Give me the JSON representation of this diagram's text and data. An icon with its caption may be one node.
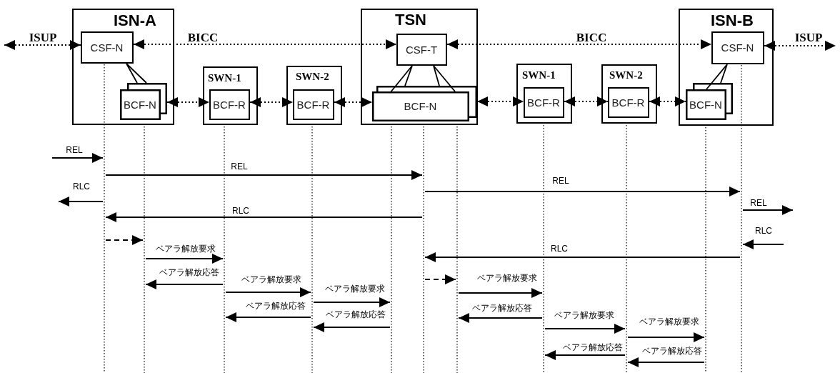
{
  "diagram": {
    "nodes": [
      {
        "text": [
          "ISN-A"
        ]
      },
      {
        "text": [
          "CSF-N"
        ],
        "in": 0
      },
      {
        "text": [
          "BCF-N"
        ],
        "in": 0
      },
      {
        "text": [
          "SWN-1"
        ]
      },
      {
        "text": [
          "BCF-R"
        ],
        "in": 3
      },
      {
        "text": [
          "SWN-2"
        ]
      },
      {
        "text": [
          "BCF-R"
        ],
        "in": 5
      },
      {
        "text": [
          "TSN"
        ]
      },
      {
        "text": [
          "CSF-T"
        ],
        "in": 7
      },
      {
        "text": [
          "BCF-N"
        ],
        "in": 7
      },
      {
        "text": [
          "SWN-1"
        ]
      },
      {
        "text": [
          "BCF-R"
        ],
        "in": 10
      },
      {
        "text": [
          "SWN-2"
        ]
      },
      {
        "text": [
          "BCF-R"
        ],
        "in": 12
      },
      {
        "text": [
          "ISN-B"
        ]
      },
      {
        "text": [
          "CSF-N"
        ],
        "in": 14
      },
      {
        "text": [
          "BCF-N"
        ],
        "in": 14
      },
      {
        "text": [],
        "shape": "line"
      },
      {
        "text": [],
        "shape": "line"
      },
      {
        "text": [],
        "shape": "line"
      },
      {
        "text": [],
        "shape": "line"
      },
      {
        "text": [],
        "shape": "line"
      },
      {
        "text": [],
        "shape": "line"
      },
      {
        "text": [],
        "shape": "line"
      },
      {
        "text": [],
        "shape": "line"
      },
      {
        "text": [],
        "shape": "line"
      },
      {
        "text": [],
        "shape": "line"
      },
      {
        "text": [],
        "shape": "line"
      }
    ],
    "edges": [
      {
        "from": null,
        "to": 1,
        "arrow": "both",
        "label": "ISUP",
        "style": "dashed"
      },
      {
        "from": 1,
        "to": 8,
        "arrow": "both",
        "label": "BICC",
        "style": "dashed"
      },
      {
        "from": 8,
        "to": 15,
        "arrow": "both",
        "label": "BICC",
        "style": "dashed"
      },
      {
        "from": 15,
        "to": null,
        "arrow": "both",
        "label": "ISUP",
        "style": "dashed"
      },
      {
        "from": 2,
        "to": 4,
        "arrow": "both",
        "style": "dashed"
      },
      {
        "from": 4,
        "to": 6,
        "arrow": "both",
        "style": "dashed"
      },
      {
        "from": 6,
        "to": 9,
        "arrow": "both",
        "style": "dashed"
      },
      {
        "from": 9,
        "to": 11,
        "arrow": "both",
        "style": "dashed"
      },
      {
        "from": 11,
        "to": 13,
        "arrow": "both",
        "style": "dashed"
      },
      {
        "from": 13,
        "to": 16,
        "arrow": "both",
        "style": "dashed"
      },
      {
        "from": 1,
        "to": 2,
        "arrow": "none"
      },
      {
        "from": 8,
        "to": 9,
        "arrow": "none"
      },
      {
        "from": 15,
        "to": 16,
        "arrow": "none"
      },
      {
        "from": null,
        "to": 17,
        "arrow": "to",
        "label": "REL"
      },
      {
        "from": 17,
        "to": 22,
        "arrow": "to",
        "label": "REL"
      },
      {
        "from": 17,
        "to": null,
        "arrow": "to",
        "label": "RLC"
      },
      {
        "from": 22,
        "to": 27,
        "arrow": "to",
        "label": "REL"
      },
      {
        "from": 22,
        "to": 17,
        "arrow": "to",
        "label": "RLC"
      },
      {
        "from": 27,
        "to": null,
        "arrow": "to",
        "label": "REL"
      },
      {
        "from": null,
        "to": 27,
        "arrow": "to",
        "label": "RLC"
      },
      {
        "from": 27,
        "to": 22,
        "arrow": "to",
        "label": "RLC"
      },
      {
        "from": 17,
        "to": 18,
        "arrow": "to",
        "style": "dashed"
      },
      {
        "from": 18,
        "to": 19,
        "arrow": "to",
        "label": "ベアラ解放要求"
      },
      {
        "from": 19,
        "to": 18,
        "arrow": "to",
        "label": "ベアラ解放応答"
      },
      {
        "from": 19,
        "to": 20,
        "arrow": "to",
        "label": "ベアラ解放要求"
      },
      {
        "from": 20,
        "to": 21,
        "arrow": "to",
        "label": "ベアラ解放要求"
      },
      {
        "from": 20,
        "to": 19,
        "arrow": "to",
        "label": "ベアラ解放応答"
      },
      {
        "from": 21,
        "to": 20,
        "arrow": "to",
        "label": "ベアラ解放応答"
      },
      {
        "from": 22,
        "to": 23,
        "arrow": "to",
        "style": "dashed"
      },
      {
        "from": 23,
        "to": 24,
        "arrow": "to",
        "label": "ベアラ解放要求"
      },
      {
        "from": 24,
        "to": 23,
        "arrow": "to",
        "label": "ベアラ解放応答"
      },
      {
        "from": 24,
        "to": 25,
        "arrow": "to",
        "label": "ベアラ解放要求"
      },
      {
        "from": 25,
        "to": 26,
        "arrow": "to",
        "label": "ベアラ解放要求"
      },
      {
        "from": 25,
        "to": 24,
        "arrow": "to",
        "label": "ベアラ解放応答"
      },
      {
        "from": 26,
        "to": 25,
        "arrow": "to",
        "label": "ベアラ解放応答"
      }
    ]
  }
}
